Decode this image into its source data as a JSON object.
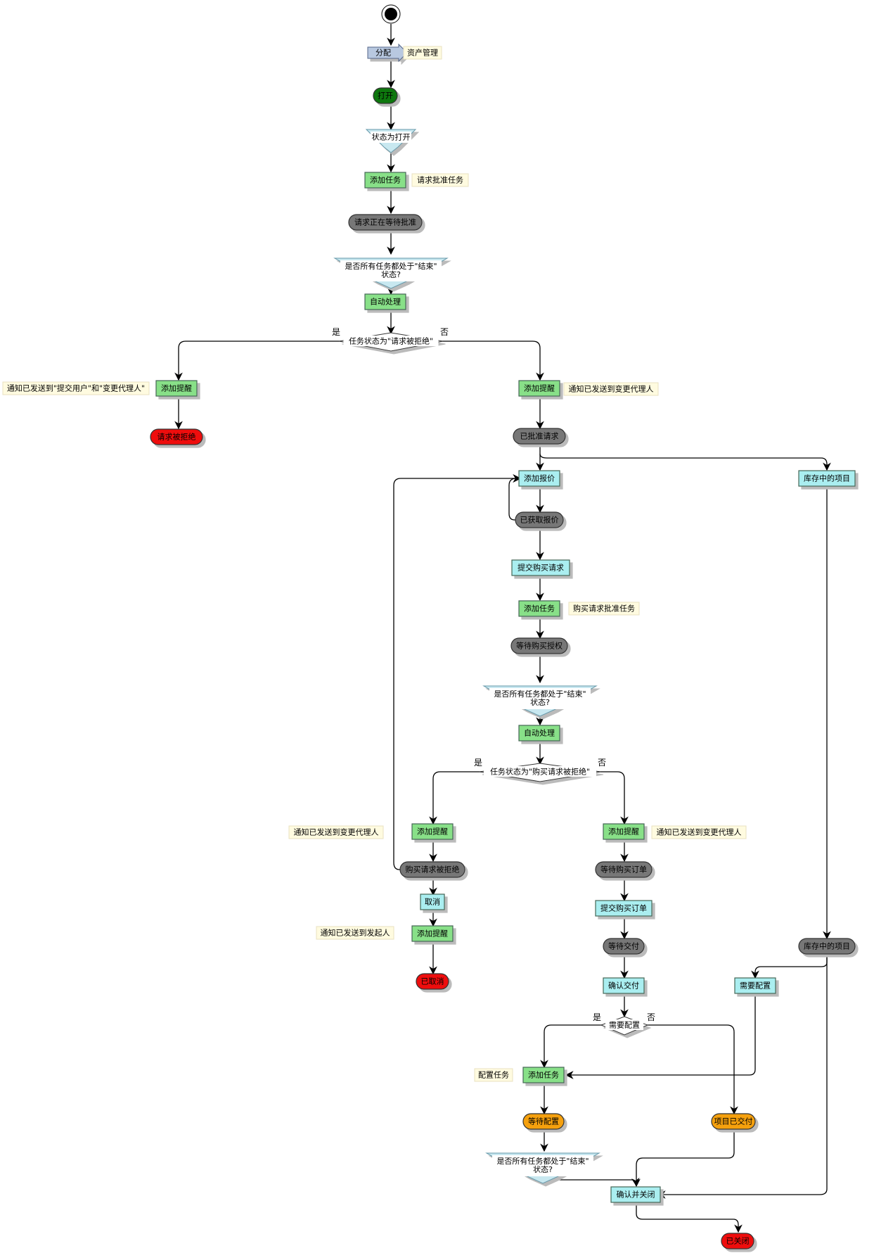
{
  "diagram": {
    "type": "activity-flowchart",
    "colors": {
      "start": "#000000",
      "signal": "#b8c8e0",
      "open_state": "#117711",
      "task_action": "#88e088",
      "process_action": "#aaeef0",
      "wait_state": "#777777",
      "final_red": "#ee1111",
      "orange_state": "#f5a010",
      "condition": "#c8e8f0",
      "note": "#fffbe0"
    },
    "nodes": {
      "assign": "分配",
      "open": "打开",
      "state_open": "状态为打开",
      "add_task_1": "添加任务",
      "waiting_approval": "请求正在等待批准",
      "all_tasks_done_1": "是否所有任务都处于\"结束\"状态?",
      "auto_process_1": "自动处理",
      "decision_rejected": "任务状态为\"请求被拒绝\"",
      "add_reminder_left": "添加提醒",
      "request_rejected": "请求被拒绝",
      "add_reminder_right": "添加提醒",
      "request_approved": "已批准请求",
      "add_quote": "添加报价",
      "in_stock_1": "库存中的项目",
      "quote_obtained": "已获取报价",
      "submit_purchase_request": "提交购买请求",
      "add_task_2": "添加任务",
      "waiting_purchase_auth": "等待购买授权",
      "all_tasks_done_2": "是否所有任务都处于\"结束\"状态?",
      "auto_process_2": "自动处理",
      "decision_purchase_rejected": "任务状态为\"购买请求被拒绝\"",
      "add_reminder_pr_left": "添加提醒",
      "purchase_request_rejected": "购买请求被拒绝",
      "cancel": "取消",
      "add_reminder_cancel": "添加提醒",
      "cancelled": "已取消",
      "add_reminder_pr_right": "添加提醒",
      "waiting_purchase_order": "等待购买订单",
      "submit_purchase_order": "提交购买订单",
      "waiting_delivery": "等待交付",
      "confirm_delivery": "确认交付",
      "in_stock_2": "库存中的项目",
      "needs_config_action": "需要配置",
      "decision_needs_config": "需要配置",
      "add_task_config": "添加任务",
      "waiting_config": "等待配置",
      "item_delivered": "项目已交付",
      "all_tasks_done_3": "是否所有任务都处于\"结束\"状态?",
      "confirm_close": "确认并关闭",
      "closed": "已关闭"
    },
    "notes": {
      "asset_management": "资产管理",
      "request_approval_task": "请求批准任务",
      "notify_user_and_agent": "通知已发送到\"提交用户\"和\"变更代理人\"",
      "notify_agent_1": "通知已发送到变更代理人",
      "purchase_approval_task": "购买请求批准任务",
      "notify_agent_2": "通知已发送到变更代理人",
      "notify_agent_3": "通知已发送到变更代理人",
      "notify_initiator": "通知已发送到发起人",
      "config_task": "配置任务"
    },
    "branch_labels": {
      "yes": "是",
      "no": "否"
    }
  }
}
